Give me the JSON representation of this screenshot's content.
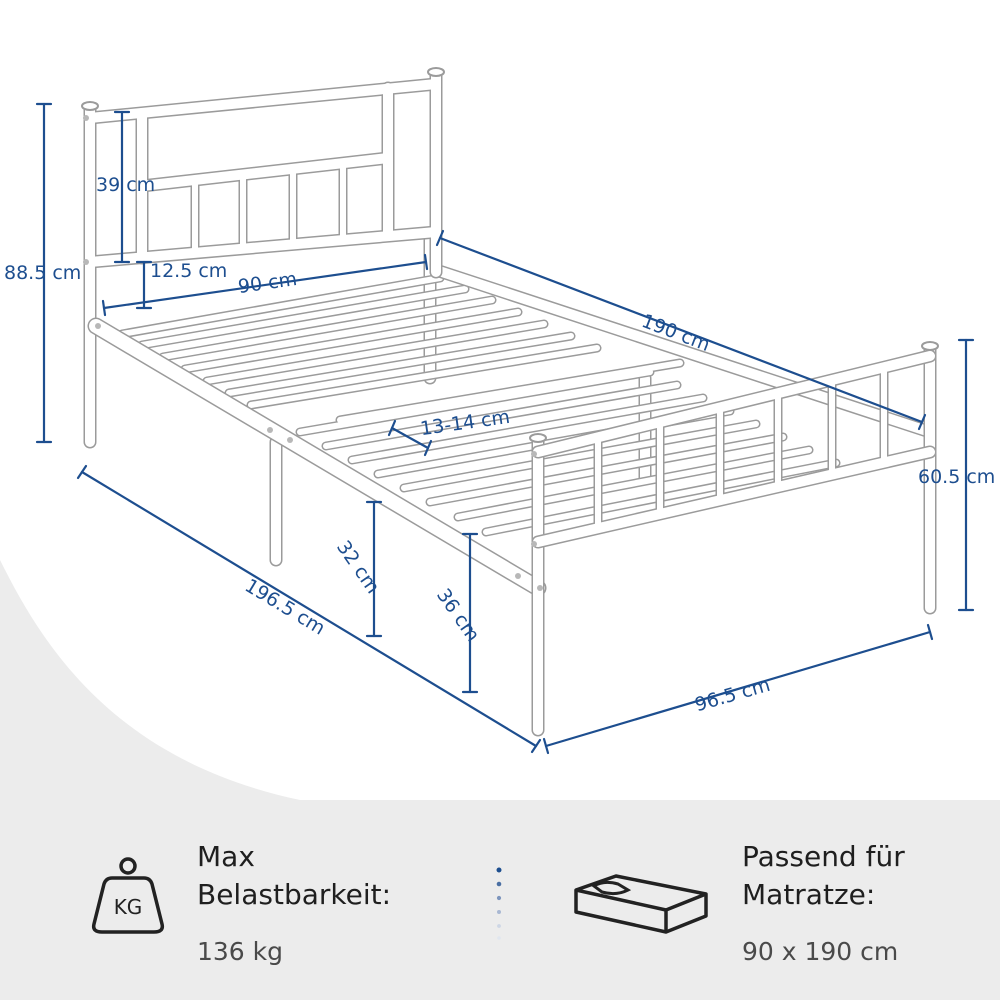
{
  "dimensions": {
    "total_height": "88.5 cm",
    "headboard_height": "39 cm",
    "rail_gap": "12.5 cm",
    "inner_width": "90 cm",
    "inner_length": "190 cm",
    "slat_gap": "13-14 cm",
    "footboard_height": "60.5 cm",
    "underbed_clearance": "32 cm",
    "frame_height": "36 cm",
    "total_length": "196.5 cm",
    "total_width": "96.5 cm"
  },
  "load": {
    "title": "Max Belastbarkeit:",
    "value": "136 kg",
    "icon_label": "KG"
  },
  "mattress": {
    "title": "Passend für Matratze:",
    "value": "90 x 190 cm"
  },
  "colors": {
    "dimension": "#1d4e8f",
    "background_band": "#ececec",
    "frame": "#ffffff",
    "frame_outline": "#9b9b9b"
  }
}
